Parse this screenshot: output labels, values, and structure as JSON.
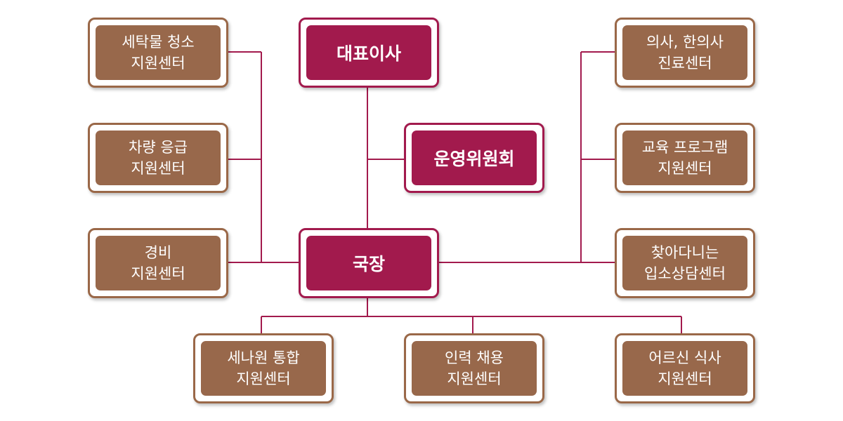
{
  "top": {
    "ceo": "대표이사",
    "committee": "운영위원회",
    "director": "국장"
  },
  "left_units": [
    "세탁물 청소\n지원센터",
    "차량 응급\n지원센터",
    "경비\n지원센터"
  ],
  "right_units": [
    "의사, 한의사\n진료센터",
    "교육 프로그램\n지원센터",
    "찾아다니는\n입소상담센터"
  ],
  "bottom_units": [
    "세나원 통합\n지원센터",
    "인력 채용\n지원센터",
    "어르신 식사\n지원센터"
  ],
  "colors": {
    "exec": "#a21a4d",
    "unit": "#98684b",
    "line": "#a21a4d"
  }
}
